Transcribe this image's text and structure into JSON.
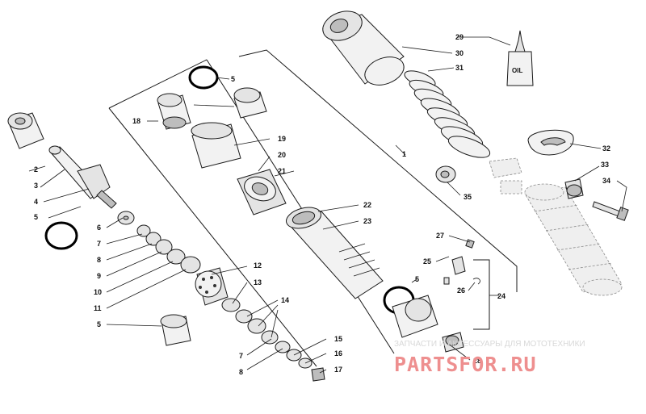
{
  "callouts": {
    "c1": "1",
    "c2": "2",
    "c3": "3",
    "c4": "4",
    "c5a": "5",
    "c5b": "5",
    "c5c": "5",
    "c5d": "5",
    "c6": "6",
    "c7a": "7",
    "c7b": "7",
    "c8a": "8",
    "c8b": "8",
    "c9": "9",
    "c10": "10",
    "c11": "11",
    "c12": "12",
    "c13": "13",
    "c14": "14",
    "c15": "15",
    "c16": "16",
    "c17": "17",
    "c18": "18",
    "c19": "19",
    "c20": "20",
    "c21": "21",
    "c22": "22",
    "c23": "23",
    "c24": "24",
    "c25": "25",
    "c26": "26",
    "c27": "27",
    "c28": "28",
    "c29": "29",
    "c30": "30",
    "c31": "31",
    "c32": "32",
    "c33": "33",
    "c34": "34",
    "c35": "35"
  },
  "oil_bottle_label": "OIL",
  "watermark": {
    "tagline": "ЗАПЧАСТИ И АКСЕССУАРЫ ДЛЯ МОТОТЕХНИКИ",
    "brand": "PARTSFOR.RU"
  }
}
